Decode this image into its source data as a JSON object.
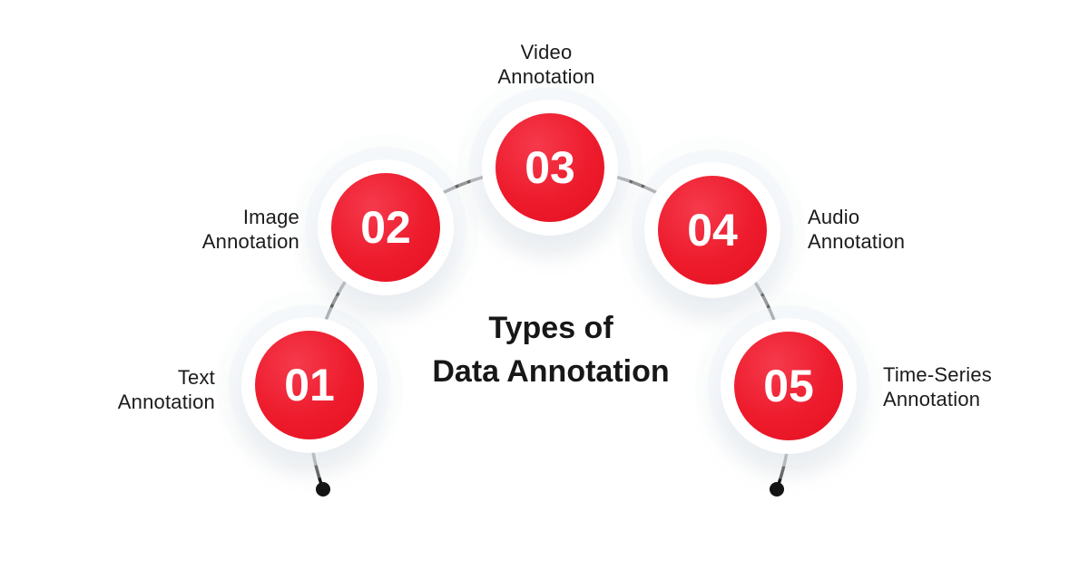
{
  "title": {
    "line1": "Types of",
    "line2": "Data Annotation"
  },
  "colors": {
    "accent_red": "#ED1B2C",
    "text_dark": "#1B1B1B",
    "connector_black": "#141414",
    "ring_white": "#FFFFFF",
    "background_white": "#FFFFFF"
  },
  "nodes": [
    {
      "number": "01",
      "label_line1": "Text",
      "label_line2": "Annotation"
    },
    {
      "number": "02",
      "label_line1": "Image",
      "label_line2": "Annotation"
    },
    {
      "number": "03",
      "label_line1": "Video",
      "label_line2": "Annotation"
    },
    {
      "number": "04",
      "label_line1": "Audio",
      "label_line2": "Annotation"
    },
    {
      "number": "05",
      "label_line1": "Time-Series",
      "label_line2": "Annotation"
    }
  ]
}
